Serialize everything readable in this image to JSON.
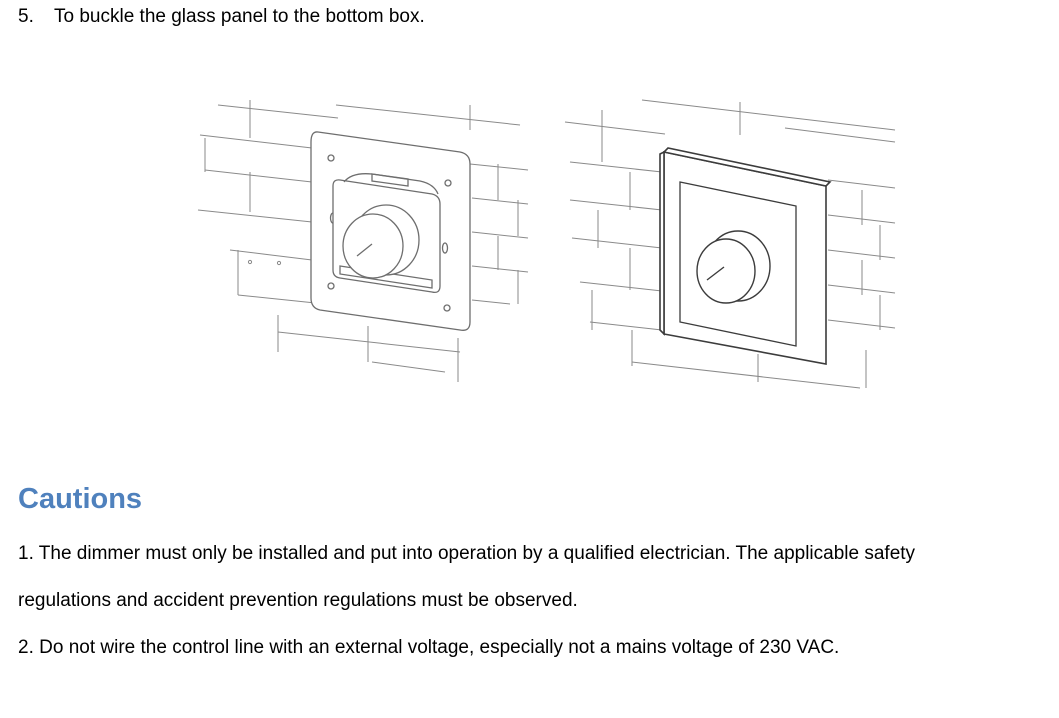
{
  "step": {
    "number": "5.",
    "text": "To buckle the glass panel to the bottom box."
  },
  "figure": {
    "left_image": "dimmer-mounted-on-bottom-box-illustration",
    "right_image": "glass-panel-buckled-illustration",
    "line_color": "#8a8a8a"
  },
  "cautions": {
    "heading": "Cautions",
    "heading_color": "#4f81bd",
    "item1_line1": "1. The dimmer must only be installed and put into operation by a qualified electrician. The applicable safety",
    "item1_line2": "regulations and accident prevention regulations must be observed.",
    "item2": "2. Do not wire the control line with an external voltage, especially not a mains voltage of 230 VAC."
  }
}
